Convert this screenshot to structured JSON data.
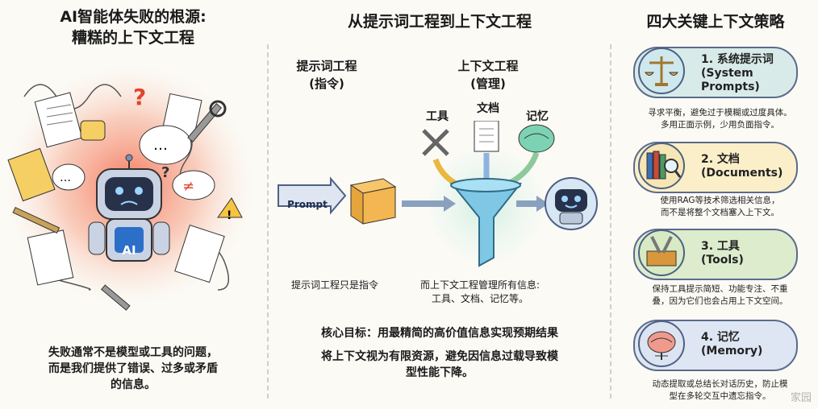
{
  "left": {
    "title_line1": "AI智能体失败的根源:",
    "title_line2": "糟糕的上下文工程",
    "robot_label": "AI",
    "caption_line1": "失败通常不是模型或工具的问题，",
    "caption_line2": "而是我们提供了错误、过多或矛盾",
    "caption_line3": "的信息。"
  },
  "middle": {
    "title": "从提示词工程到上下文工程",
    "prompt_eng_line1": "提示词工程",
    "prompt_eng_line2": "(指令)",
    "context_eng_line1": "上下文工程",
    "context_eng_line2": "(管理)",
    "tools_label": "工具",
    "docs_label": "文档",
    "memory_label": "记忆",
    "prompt_tag": "Prompt",
    "prompt_note": "提示词工程只是指令",
    "context_note_line1": "而上下文工程管理所有信息:",
    "context_note_line2": "工具、文档、记忆等。",
    "goal": "核心目标：用最精简的高价值信息实现预期结果",
    "goal2_line1": "将上下文视为有限资源，避免因信息过载导致模",
    "goal2_line2": "型性能下降。"
  },
  "right": {
    "title": "四大关键上下文策略",
    "cards": [
      {
        "name_line1": "1. 系统提示词",
        "name_line2": "(System",
        "name_line3": "Prompts)",
        "desc_line1": "寻求平衡，避免过于模糊或过度具体。",
        "desc_line2": "多用正面示例，少用负面指令。",
        "color": "#d8ebe9"
      },
      {
        "name_line1": "2. 文档",
        "name_line2": "(Documents)",
        "desc_line1": "使用RAG等技术筛选相关信息，",
        "desc_line2": "而不是将整个文档塞入上下文。",
        "color": "#fbefc9"
      },
      {
        "name_line1": "3. 工具",
        "name_line2": "(Tools)",
        "desc_line1": "保持工具提示简短、功能专注、不重",
        "desc_line2": "叠，因为它们也会占用上下文空间。",
        "color": "#dceccd"
      },
      {
        "name_line1": "4. 记忆",
        "name_line2": "(Memory)",
        "desc_line1": "动态提取或总结长对话历史，防止模",
        "desc_line2": "型在多轮交互中遗忘指令。",
        "color": "#dde6f2"
      }
    ]
  },
  "watermark": "家园"
}
